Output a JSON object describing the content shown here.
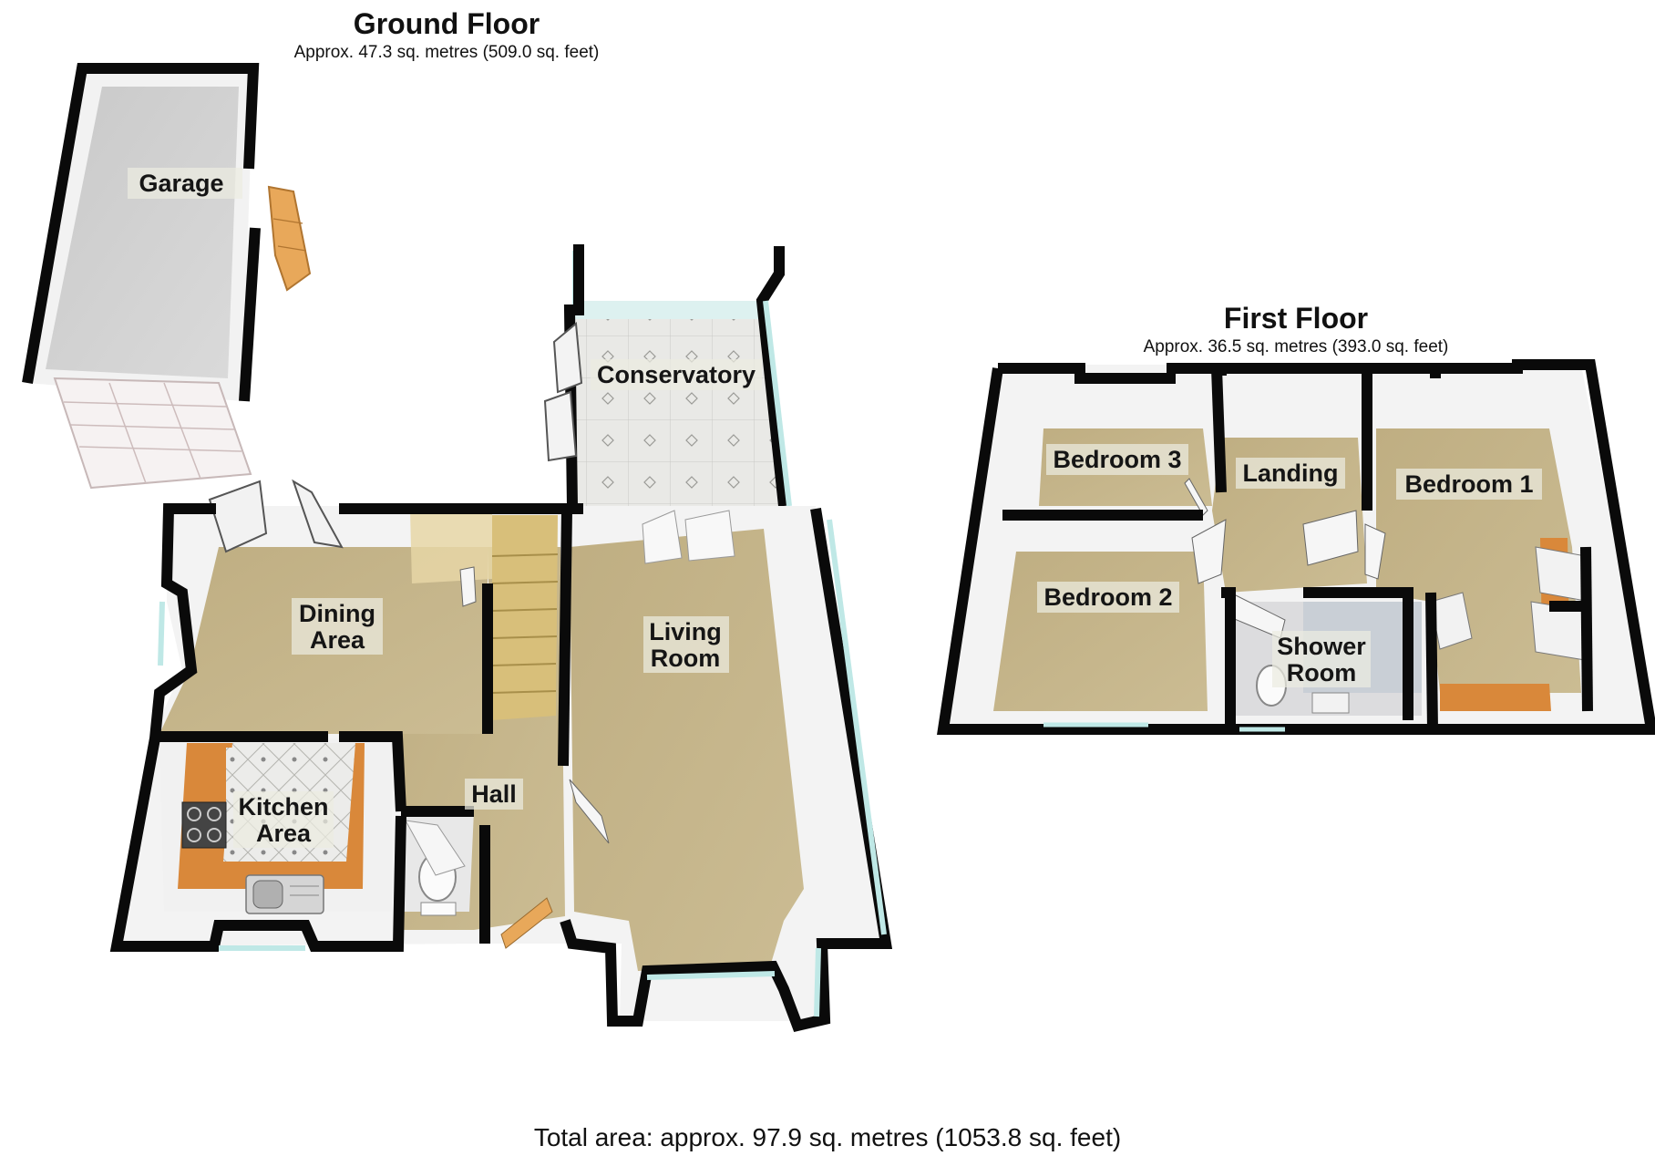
{
  "ground_floor": {
    "title": "Ground Floor",
    "area": "Approx. 47.3 sq. metres (509.0 sq. feet)",
    "rooms": {
      "garage": "Garage",
      "conservatory": "Conservatory",
      "dining_1": "Dining",
      "dining_2": "Area",
      "living_1": "Living",
      "living_2": "Room",
      "kitchen_1": "Kitchen",
      "kitchen_2": "Area",
      "hall": "Hall"
    }
  },
  "first_floor": {
    "title": "First Floor",
    "area": "Approx. 36.5 sq. metres (393.0 sq. feet)",
    "rooms": {
      "bedroom3": "Bedroom 3",
      "landing": "Landing",
      "bedroom1": "Bedroom 1",
      "bedroom2": "Bedroom 2",
      "shower_1": "Shower",
      "shower_2": "Room"
    }
  },
  "total_area": "Total area: approx. 97.9 sq. metres (1053.8 sq. feet)",
  "colors": {
    "wall": "#0a0a0a",
    "floor_carpet": "#c6b68c",
    "floor_tile": "#e6e6e2",
    "wall_inner": "#f4f4f4",
    "window": "#bfe8e6",
    "worktop": "#d9883a",
    "door": "#e8a85a"
  }
}
